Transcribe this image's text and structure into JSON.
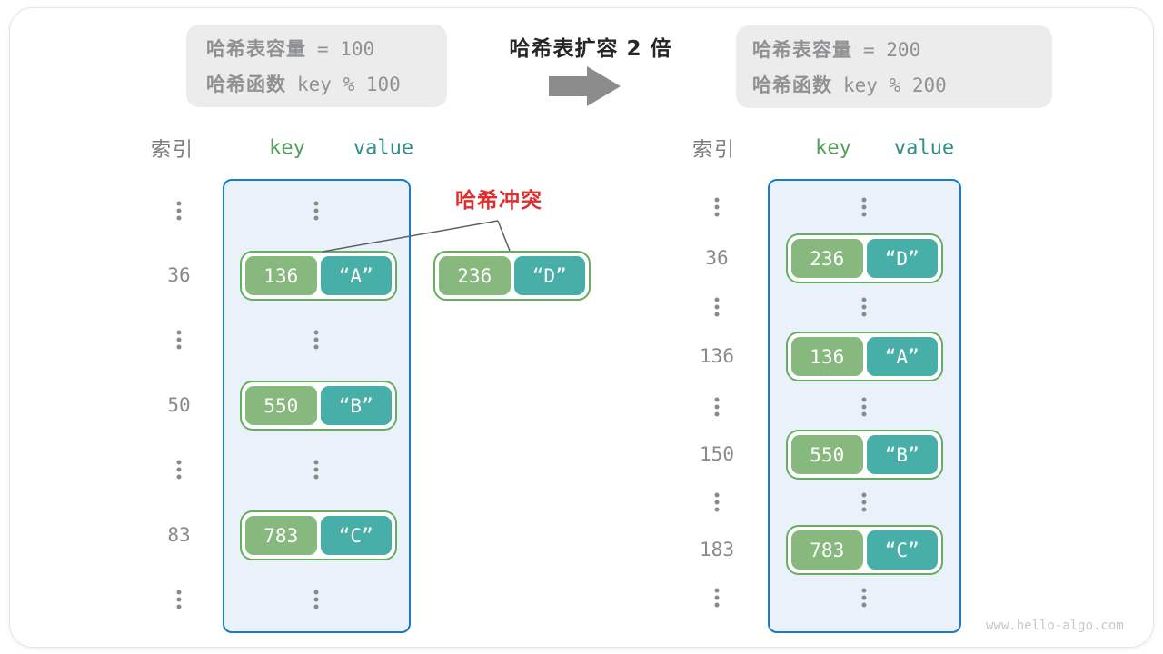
{
  "header": {
    "before_box": {
      "line1_label": "哈希表容量",
      "line1_value": "= 100",
      "line2_label": "哈希函数",
      "line2_value": "key % 100"
    },
    "expand_title": "哈希表扩容 2 倍",
    "after_box": {
      "line1_label": "哈希表容量",
      "line1_value": "= 200",
      "line2_label": "哈希函数",
      "line2_value": "key % 200"
    }
  },
  "conflict": {
    "label": "哈希冲突",
    "pair": {
      "key": "236",
      "value": "“D”"
    }
  },
  "left_table": {
    "index_header": "索引",
    "key_header": "key",
    "value_header": "value",
    "rows": [
      {
        "index": "36",
        "key": "136",
        "value": "“A”"
      },
      {
        "index": "50",
        "key": "550",
        "value": "“B”"
      },
      {
        "index": "83",
        "key": "783",
        "value": "“C”"
      }
    ]
  },
  "right_table": {
    "index_header": "索引",
    "key_header": "key",
    "value_header": "value",
    "rows": [
      {
        "index": "36",
        "key": "236",
        "value": "“D”"
      },
      {
        "index": "136",
        "key": "136",
        "value": "“A”"
      },
      {
        "index": "150",
        "key": "550",
        "value": "“B”"
      },
      {
        "index": "183",
        "key": "783",
        "value": "“C”"
      }
    ]
  },
  "watermark": "www.hello-algo.com",
  "colors": {
    "key_fill": "#87b97e",
    "value_fill": "#47afa7",
    "pair_border": "#68ac60",
    "bucket_fill": "#e9f2fb",
    "bucket_border": "#1a7ac7",
    "conflict_red": "#e22c2c",
    "info_box_bg": "#ececec",
    "muted_text": "#8f9193",
    "arrow_gray": "#8c8c8c"
  }
}
